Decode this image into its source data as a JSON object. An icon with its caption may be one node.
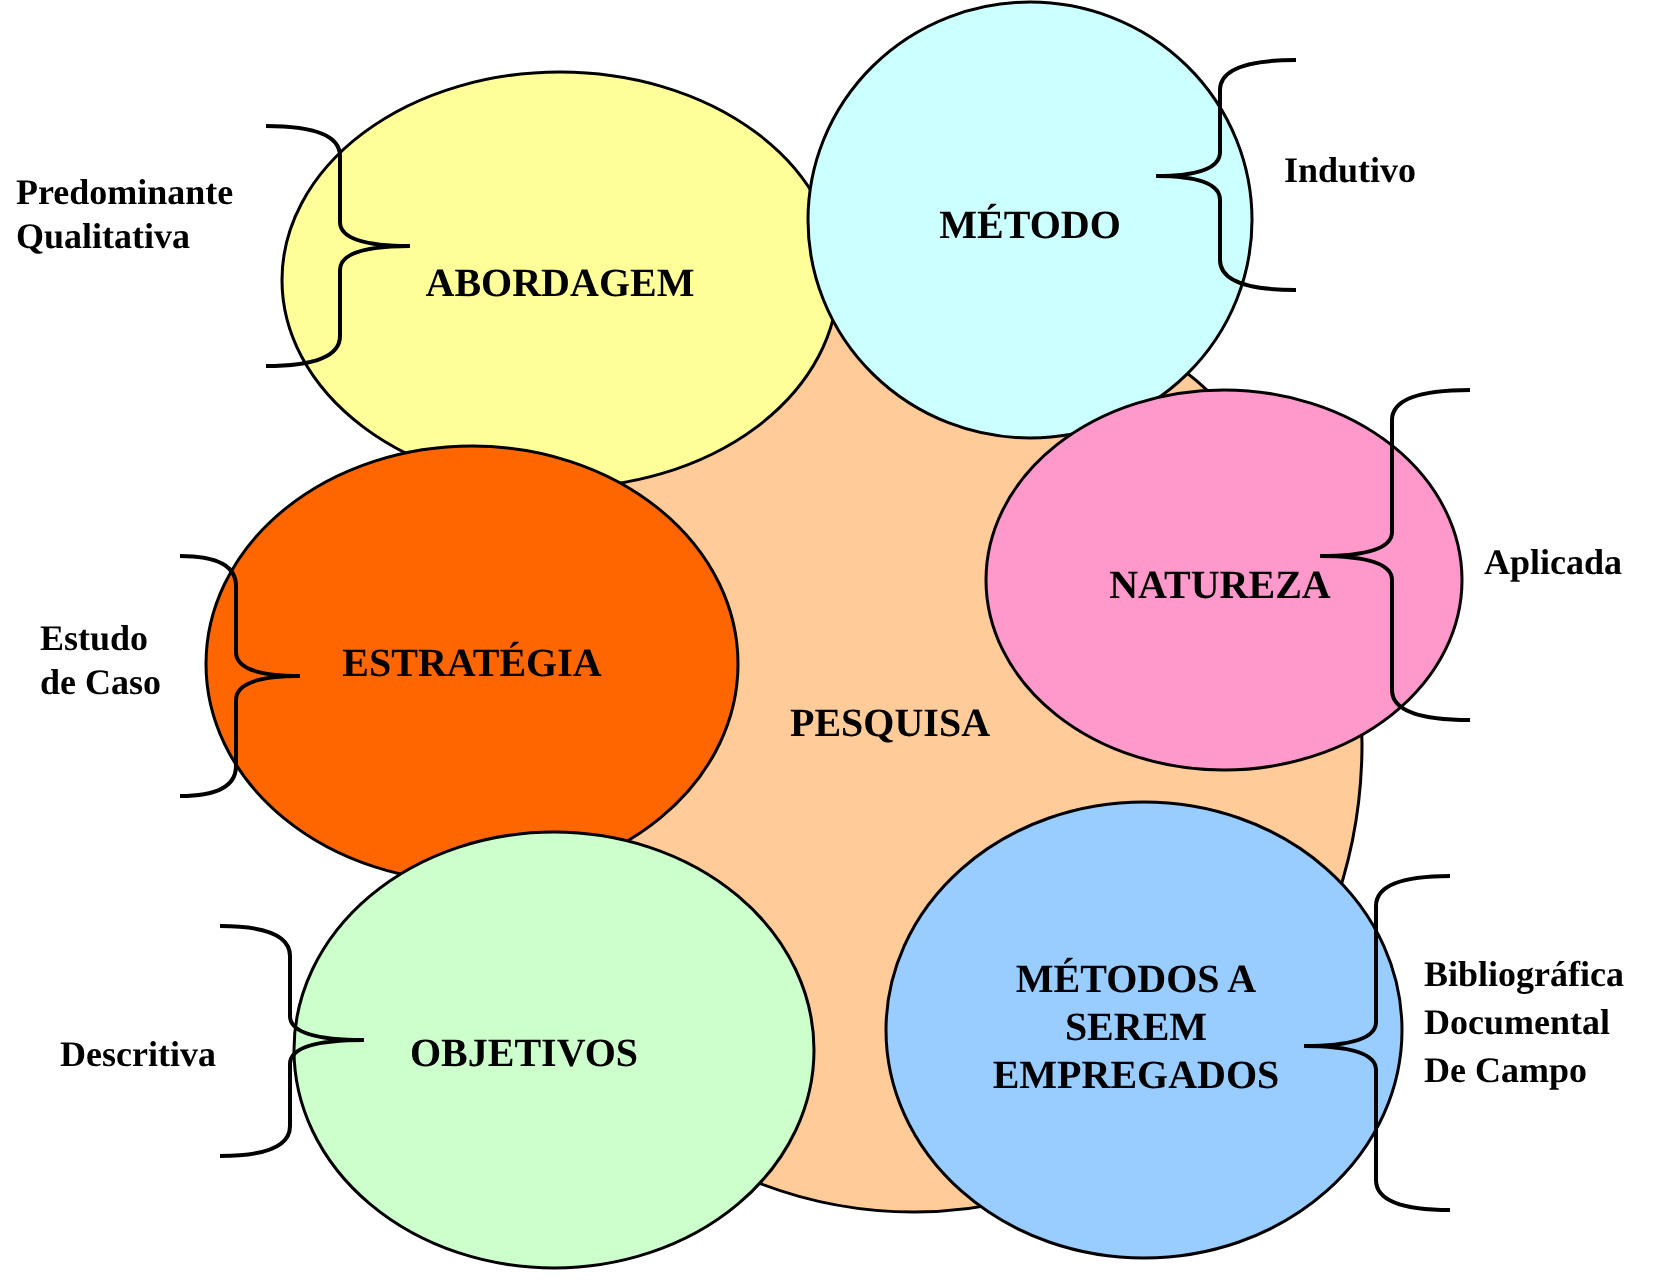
{
  "diagram": {
    "nodes": [
      {
        "text": [
          "PESQUISA"
        ]
      },
      {
        "text": [
          "ABORDAGEM"
        ],
        "beside": [
          "Predominante Qualitativa"
        ]
      },
      {
        "text": [
          "MÉTODO"
        ],
        "beside": [
          "Indutivo"
        ]
      },
      {
        "text": [
          "NATUREZA"
        ],
        "beside": [
          "Aplicada"
        ]
      },
      {
        "text": [
          "ESTRATÉGIA"
        ],
        "beside": [
          "Estudo de Caso"
        ]
      },
      {
        "text": [
          "OBJETIVOS"
        ],
        "beside": [
          "Descritiva"
        ]
      },
      {
        "text": [
          "MÉTODOS A SEREM EMPREGADOS"
        ],
        "beside": [
          "Bibliográfica",
          "Documental",
          "De Campo"
        ]
      }
    ],
    "edges": []
  }
}
